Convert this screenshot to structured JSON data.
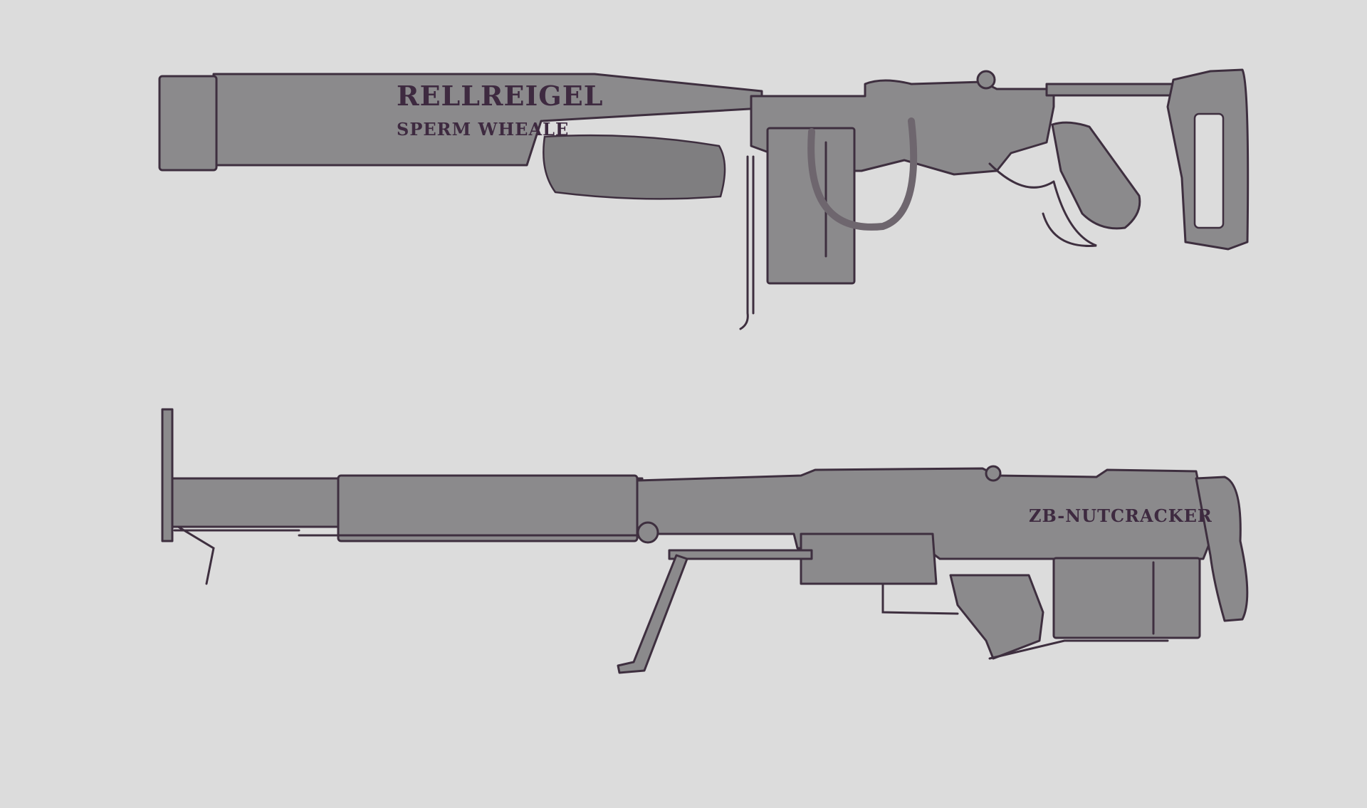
{
  "background_color": "#dcdcdc",
  "weapon_fill_color": "#8b8a8c",
  "line_color": "#3e2f3f",
  "weapons": [
    {
      "name_marking": "RELLREIGEL",
      "sub_marking": "SPERM WHEALE"
    },
    {
      "name_marking": "ZB-NUTCRACKER"
    }
  ]
}
